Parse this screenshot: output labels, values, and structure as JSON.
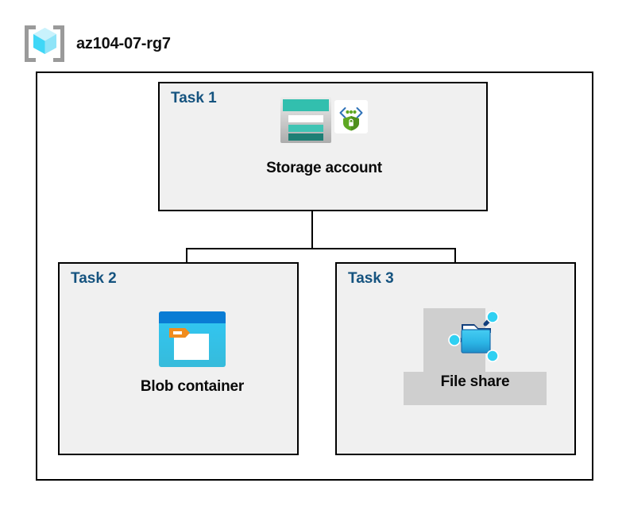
{
  "diagram": {
    "title": "az104-07-rg7",
    "resource_group_icon": "resource-group-cube-icon",
    "container_fill": "#FFFFFF",
    "container_border": "#000000",
    "task_label_color": "#15537F",
    "task_box_fill": "#F0F0F0",
    "plate_color": "#CFCFCF"
  },
  "tasks": [
    {
      "label": "Task 1",
      "node": {
        "caption": "Storage account",
        "icons": [
          "storage-account-icon",
          "secure-endpoint-shield-icon"
        ],
        "colors": {
          "header": "#32BFAE",
          "row_white": "#FFFFFF",
          "row_teal": "#40C4B4",
          "row_dark_teal": "#1F7F75",
          "shield": "#5EA823",
          "brackets": "#2F72B8"
        }
      }
    },
    {
      "label": "Task 2",
      "node": {
        "caption": "Blob container",
        "icons": [
          "blob-container-icon"
        ],
        "colors": {
          "header": "#0A7CD4",
          "body": "#31C8F5",
          "tag": "#F08C1E",
          "document": "#FFFFFF"
        }
      }
    },
    {
      "label": "Task 3",
      "node": {
        "caption": "File share",
        "icons": [
          "file-share-icon"
        ],
        "colors": {
          "folder": "#2BB8E8",
          "folder_dark": "#134A8E",
          "node": "#31D2F2"
        }
      }
    }
  ],
  "connectors": [
    {
      "name": "storage-to-bus-trunk"
    },
    {
      "name": "bus-horizontal"
    },
    {
      "name": "bus-to-blob-container"
    },
    {
      "name": "bus-to-file-share"
    }
  ]
}
